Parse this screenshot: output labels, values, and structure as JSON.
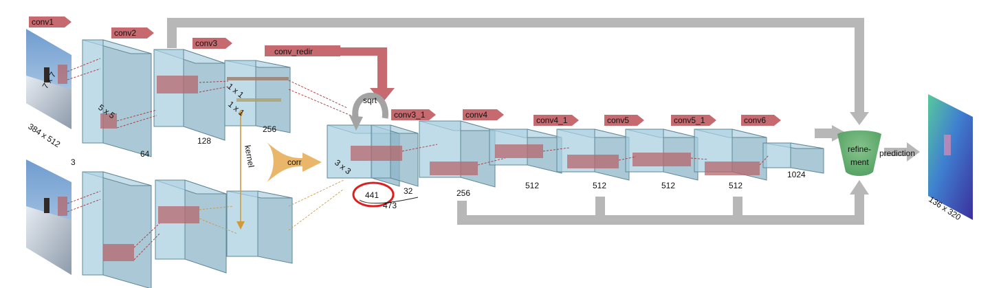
{
  "stage_tags": {
    "conv1": "conv1",
    "conv2": "conv2",
    "conv3": "conv3",
    "conv_redir": "conv_redir",
    "conv3_1": "conv3_1",
    "conv4": "conv4",
    "conv4_1": "conv4_1",
    "conv5": "conv5",
    "conv5_1": "conv5_1",
    "conv6": "conv6"
  },
  "input": {
    "size": "384 x 512",
    "channels": "3"
  },
  "kernel_sizes": {
    "k7": "7 x 7",
    "k5": "5 x 5",
    "k1a": "1 x 1",
    "k1b": "1 x 1",
    "k3": "3 x 3"
  },
  "channel_counts": {
    "c64": "64",
    "c128": "128",
    "c256a": "256",
    "c441": "441",
    "c32": "32",
    "c473": "473",
    "c256b": "256",
    "c512a": "512",
    "c512b": "512",
    "c512c": "512",
    "c512d": "512",
    "c1024": "1024"
  },
  "ops": {
    "sqrt": "sqrt",
    "corr": "corr",
    "kernel": "kernel"
  },
  "refinement": {
    "line1": "refine-",
    "line2": "ment"
  },
  "prediction": "prediction",
  "output": {
    "size": "136 x 320"
  }
}
